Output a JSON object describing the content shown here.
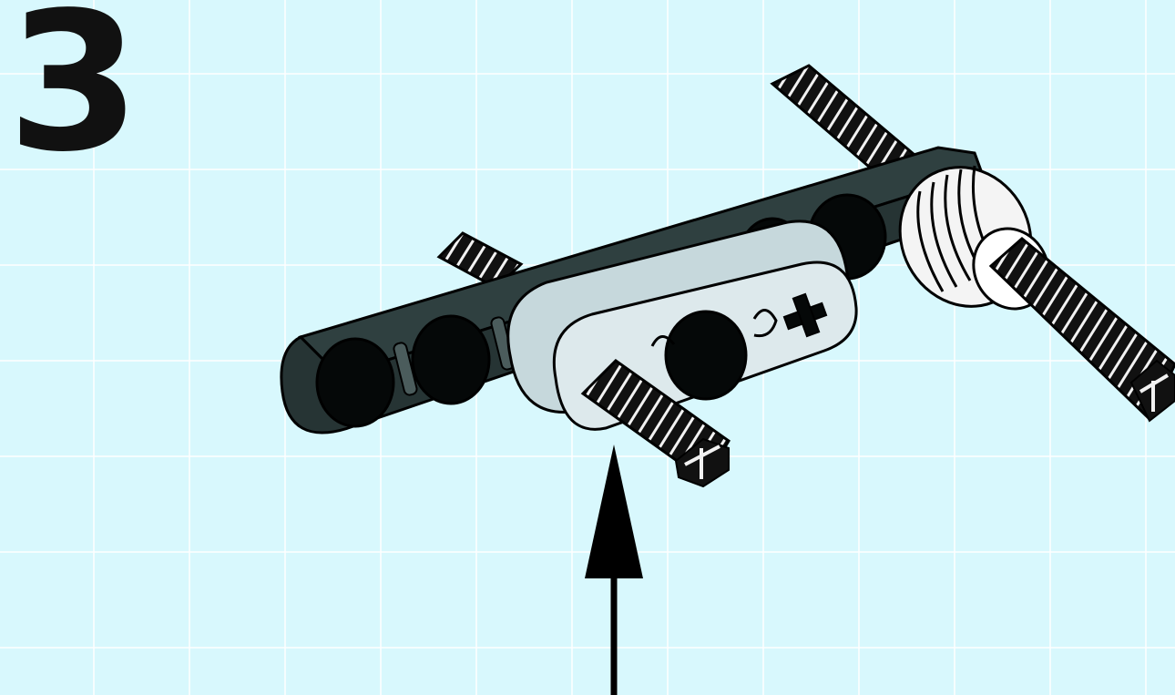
{
  "step": {
    "number": "3"
  },
  "colors": {
    "background": "#d8f8fd",
    "beam_dark": "#2a3a3a",
    "beam_light": "#c6d6da",
    "axle": "#1a1a1a",
    "arrow": "#000000"
  },
  "parts": [
    {
      "name": "dark-technic-beam",
      "color": "dark gray"
    },
    {
      "name": "light-technic-beam",
      "color": "light gray"
    },
    {
      "name": "long-axle",
      "color": "black"
    },
    {
      "name": "short-axle",
      "color": "black"
    },
    {
      "name": "bush",
      "color": "light gray"
    }
  ],
  "arrow": {
    "direction": "up"
  }
}
